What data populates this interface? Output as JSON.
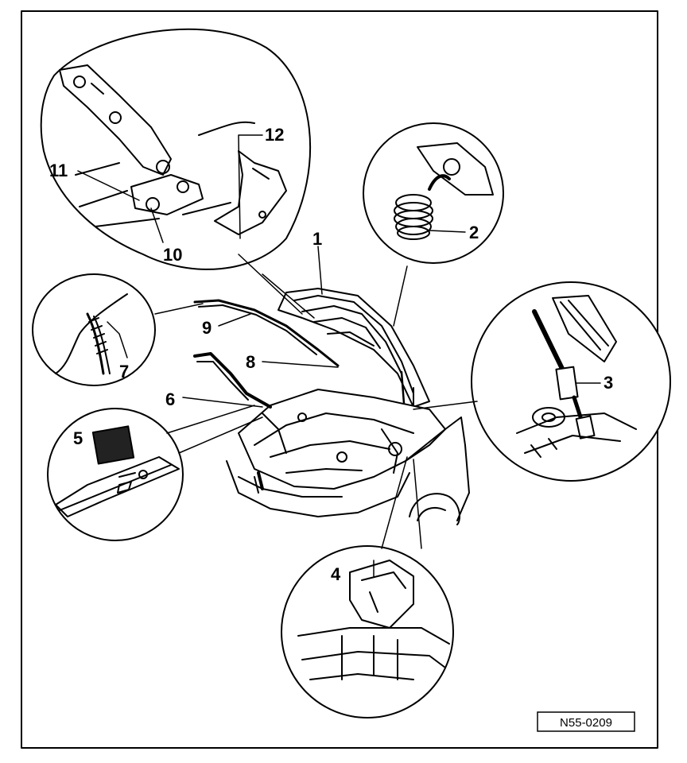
{
  "diagram": {
    "callouts": [
      {
        "id": "1",
        "text": "1"
      },
      {
        "id": "2",
        "text": "2"
      },
      {
        "id": "3",
        "text": "3"
      },
      {
        "id": "4",
        "text": "4"
      },
      {
        "id": "5",
        "text": "5"
      },
      {
        "id": "6",
        "text": "6"
      },
      {
        "id": "7",
        "text": "7"
      },
      {
        "id": "8",
        "text": "8"
      },
      {
        "id": "9",
        "text": "9"
      },
      {
        "id": "10",
        "text": "10"
      },
      {
        "id": "11",
        "text": "11"
      },
      {
        "id": "12",
        "text": "12"
      }
    ],
    "reference_code": "N55-0209"
  }
}
